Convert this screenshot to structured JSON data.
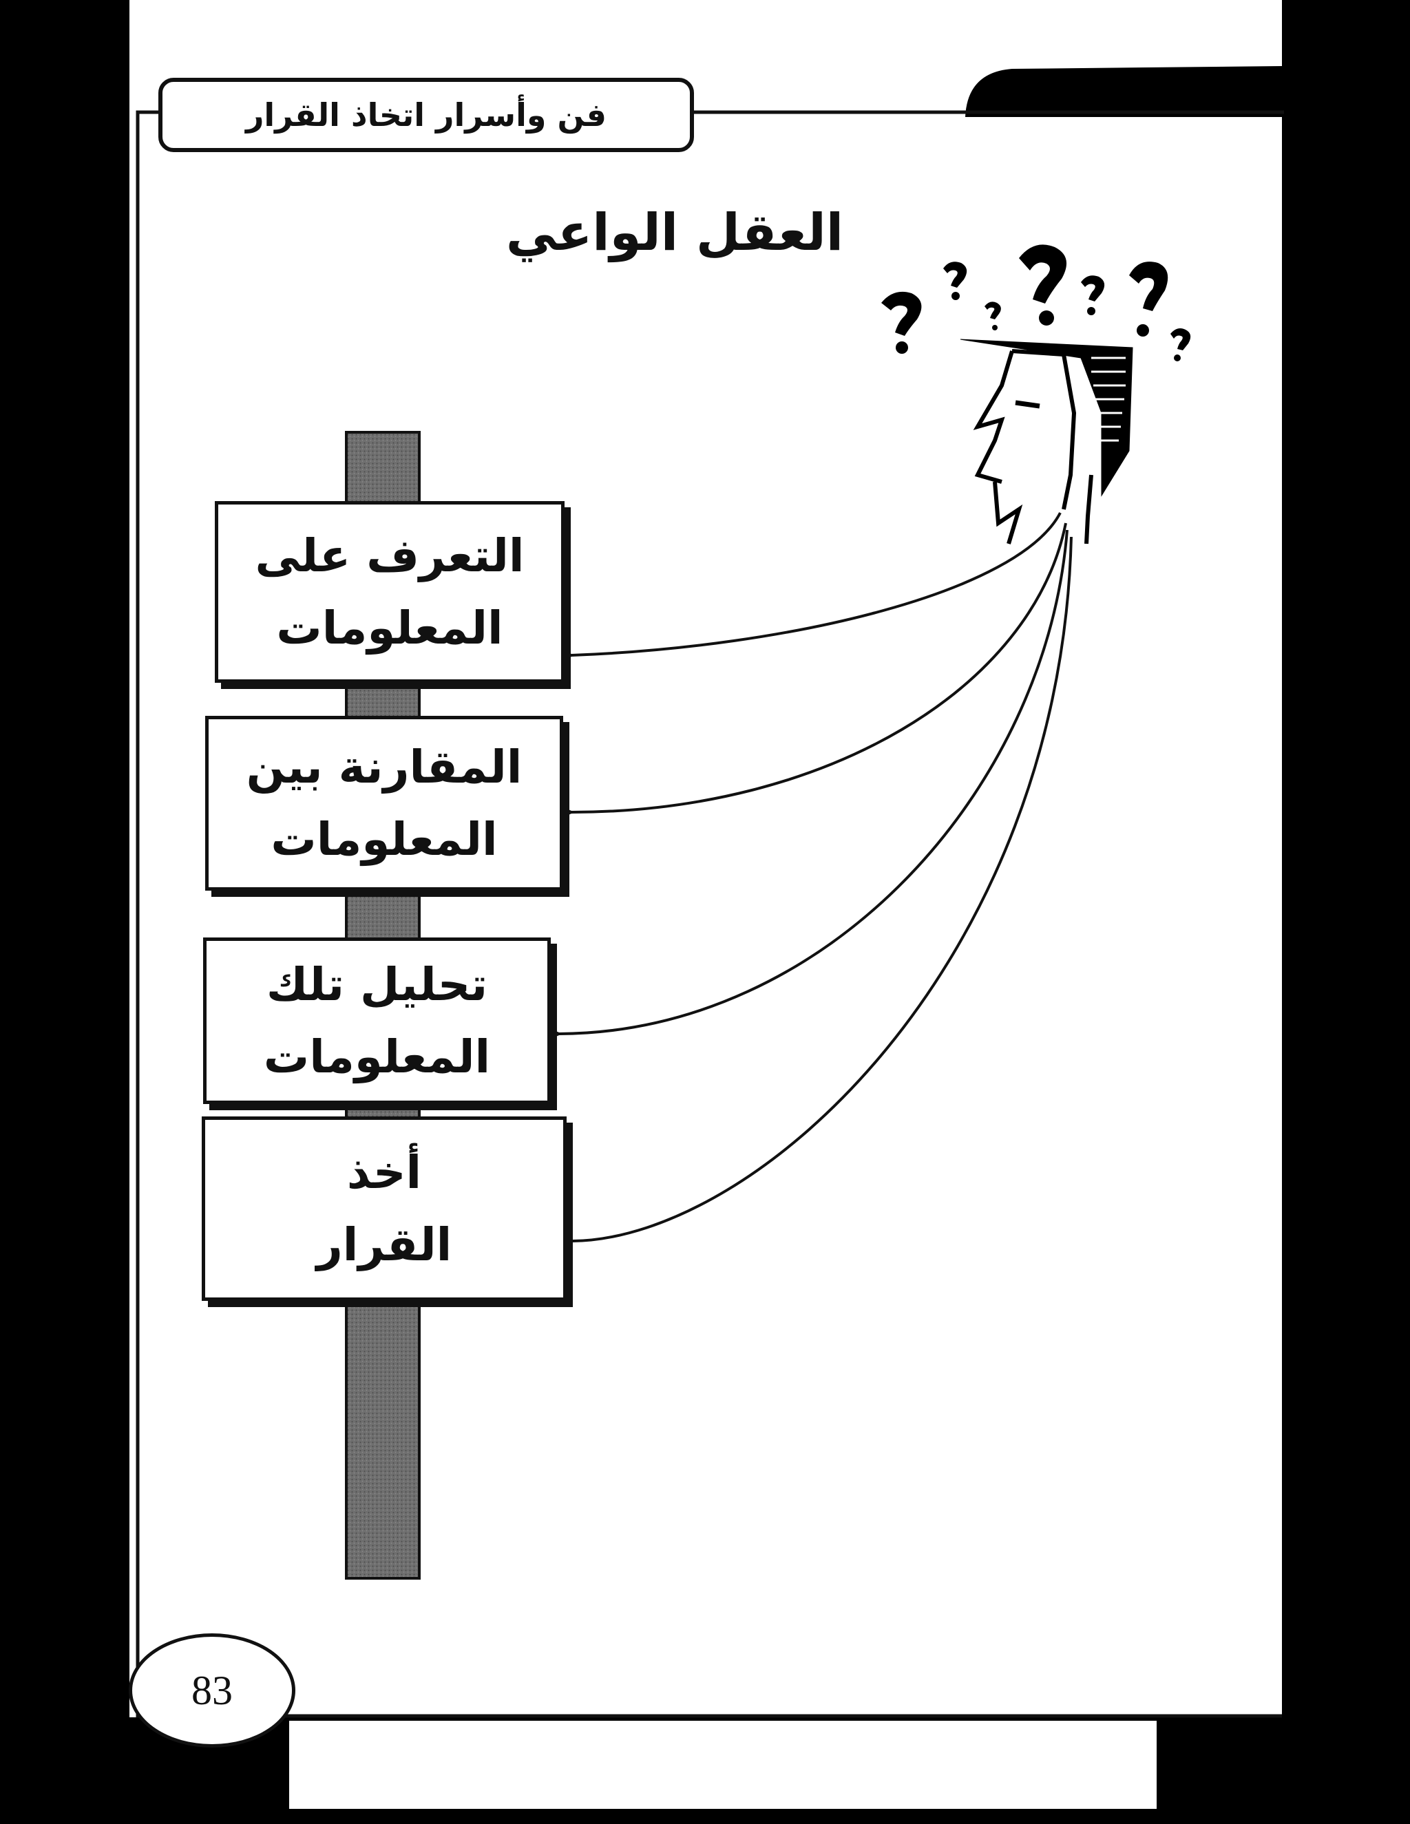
{
  "header": {
    "title": "فن وأسرار اتخاذ القرار"
  },
  "main": {
    "title": "العقل الواعي",
    "signs": [
      {
        "line1": "التعرف على",
        "line2": "المعلومات"
      },
      {
        "line1": "المقارنة بين",
        "line2": "المعلومات"
      },
      {
        "line1": "تحليل تلك",
        "line2": "المعلومات"
      },
      {
        "line1": "أخذ",
        "line2": "القرار"
      }
    ]
  },
  "footer": {
    "page_number": "83"
  },
  "icons": {
    "figure": "thinking-head-with-question-marks-icon",
    "post": "signpost-icon",
    "arrows": "arrow-left-icon"
  },
  "colors": {
    "ink": "#111111",
    "post_gray": "#6b6b6b",
    "paper": "#ffffff"
  }
}
